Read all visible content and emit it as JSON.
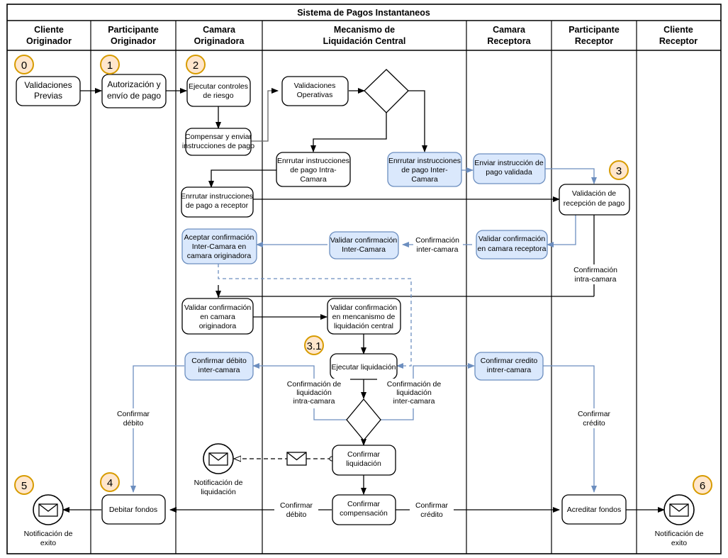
{
  "pool": {
    "title": "Sistema de Pagos Instantaneos"
  },
  "lanes": [
    {
      "id": "cliente-originador",
      "line1": "Cliente",
      "line2": "Originador"
    },
    {
      "id": "participante-originador",
      "line1": "Participante",
      "line2": "Originador"
    },
    {
      "id": "camara-originadora",
      "line1": "Camara",
      "line2": "Originadora"
    },
    {
      "id": "mecanismo-liquidacion-central",
      "line1": "Mecanismo de",
      "line2": "Liquidación Central"
    },
    {
      "id": "camara-receptora",
      "line1": "Camara",
      "line2": "Receptora"
    },
    {
      "id": "participante-receptor",
      "line1": "Participante",
      "line2": "Receptor"
    },
    {
      "id": "cliente-receptor",
      "line1": "Cliente",
      "line2": "Receptor"
    }
  ],
  "badges": [
    {
      "id": "badge-0",
      "label": "0"
    },
    {
      "id": "badge-1",
      "label": "1"
    },
    {
      "id": "badge-2",
      "label": "2"
    },
    {
      "id": "badge-3",
      "label": "3"
    },
    {
      "id": "badge-3-1",
      "label": "3.1"
    },
    {
      "id": "badge-4",
      "label": "4"
    },
    {
      "id": "badge-5",
      "label": "5"
    },
    {
      "id": "badge-6",
      "label": "6"
    }
  ],
  "tasks": {
    "validaciones_previas": {
      "lines": [
        "Validaciones",
        "Previas"
      ],
      "style": "white"
    },
    "autorizacion_envio_pago": {
      "lines": [
        "Autorización y",
        "envío de pago"
      ],
      "style": "white"
    },
    "ejecutar_controles_riesgo": {
      "lines": [
        "Ejecutar controles",
        "de riesgo"
      ],
      "style": "white"
    },
    "compensar_enviar_instrucciones": {
      "lines": [
        "Compensar y enviar",
        "instrucciones de pago"
      ],
      "style": "white"
    },
    "validaciones_operativas": {
      "lines": [
        "Validaciones",
        "Operativas"
      ],
      "style": "white"
    },
    "enrrutar_intra_camara": {
      "lines": [
        "Enrrutar instrucciones",
        "de pago Intra-",
        "Camara"
      ],
      "style": "white"
    },
    "enrrutar_inter_camara": {
      "lines": [
        "Enrrutar instrucciones",
        "de pago Inter-",
        "Camara"
      ],
      "style": "blue"
    },
    "enrrutar_a_receptor": {
      "lines": [
        "Enrrutar instrucciones",
        "de pago a receptor"
      ],
      "style": "white"
    },
    "enviar_instruccion_validada": {
      "lines": [
        "Enviar instrucción de",
        "pago validada"
      ],
      "style": "blue"
    },
    "validacion_recepcion_pago": {
      "lines": [
        "Validación de",
        "recepción de pago"
      ],
      "style": "white"
    },
    "validar_confirmacion_camara_receptora": {
      "lines": [
        "Validar confirmación",
        "en camara receptora"
      ],
      "style": "blue"
    },
    "validar_confirmacion_inter_camara": {
      "lines": [
        "Validar confirmación",
        "Inter-Camara"
      ],
      "style": "blue"
    },
    "aceptar_confirmacion_inter_camara": {
      "lines": [
        "Aceptar confirmación",
        "Inter-Camara en",
        "camara originadora"
      ],
      "style": "blue"
    },
    "validar_confirmacion_camara_originadora": {
      "lines": [
        "Validar confirmación",
        "en camara",
        "originadora"
      ],
      "style": "white"
    },
    "validar_confirmacion_mecanismo": {
      "lines": [
        "Validar confirmación",
        "en mencanismo de",
        "liquidación central"
      ],
      "style": "white"
    },
    "confirmar_debito_inter_camara": {
      "lines": [
        "Confirmar débito",
        "inter-camara"
      ],
      "style": "blue"
    },
    "ejecutar_liquidacion": {
      "lines": [
        "Ejecutar liquidación"
      ],
      "style": "white"
    },
    "confirmar_credito_inter_camara": {
      "lines": [
        "Confirmar credito",
        "intrer-camara"
      ],
      "style": "blue"
    },
    "confirmar_liquidacion": {
      "lines": [
        "Confirmar",
        "liquidación"
      ],
      "style": "white"
    },
    "confirmar_compensacion": {
      "lines": [
        "Confirmar",
        "compensación"
      ],
      "style": "white"
    },
    "debitar_fondos": {
      "lines": [
        "Debitar fondos"
      ],
      "style": "white"
    },
    "acreditar_fondos": {
      "lines": [
        "Acreditar fondos"
      ],
      "style": "white"
    }
  },
  "events": {
    "notificacion_liquidacion": {
      "lines": [
        "Notificación de",
        "liquidación"
      ],
      "icon": "envelope-icon"
    },
    "notificacion_exito_originador": {
      "lines": [
        "Notificación de",
        "exito"
      ],
      "icon": "envelope-icon"
    },
    "notificacion_exito_receptor": {
      "lines": [
        "Notificación de",
        "exito"
      ],
      "icon": "envelope-icon"
    }
  },
  "edge_labels": {
    "confirmacion_inter_camara": {
      "lines": [
        "Confirmación",
        "inter-camara"
      ]
    },
    "confirmacion_intra_camara": {
      "lines": [
        "Confirmación",
        "intra-camara"
      ]
    },
    "confirmacion_liquidacion_intra": {
      "lines": [
        "Confirmación de",
        "liquidación",
        "intra-camara"
      ]
    },
    "confirmacion_liquidacion_inter": {
      "lines": [
        "Confirmación de",
        "liquidación",
        "inter-camara"
      ]
    },
    "confirmar_debito_vertical": {
      "lines": [
        "Confirmar",
        "débito"
      ]
    },
    "confirmar_credito_vertical": {
      "lines": [
        "Confirmar",
        "crédito"
      ]
    },
    "confirmar_debito_h": {
      "lines": [
        "Confirmar",
        "débito"
      ]
    },
    "confirmar_credito_h": {
      "lines": [
        "Confirmar",
        "crédito"
      ]
    }
  },
  "gateways": [
    {
      "id": "gateway-enrutamiento",
      "label": ""
    },
    {
      "id": "gateway-liquidacion",
      "label": ""
    }
  ],
  "colors": {
    "blue_fill": "#dae8fc",
    "blue_stroke": "#6c8ebf",
    "badge_fill": "#ffe6cc",
    "badge_stroke": "#d79b00",
    "line": "#000000",
    "background": "#ffffff"
  }
}
